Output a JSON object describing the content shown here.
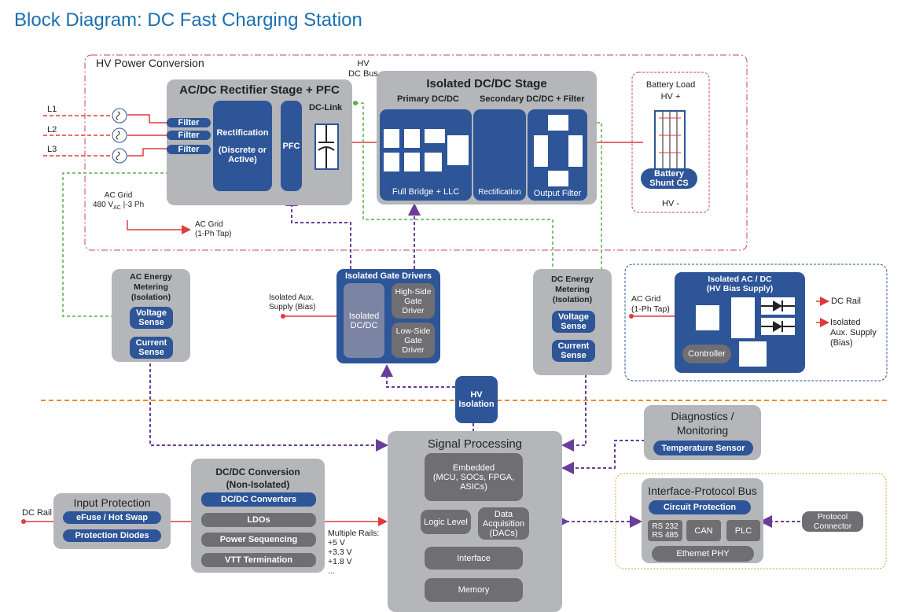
{
  "title": "Block Diagram: DC Fast Charging Station",
  "colors": {
    "title": "#1a6fb0",
    "blue_block": "#2d5598",
    "gray_block": "#b5b6b9",
    "dark_gray_block": "#6f6f72",
    "power_line": "#e03a3e",
    "control_line": "#6a3d9a",
    "sense_line": "#58b046",
    "isolation_barrier": "#f08a2c",
    "hv_boundary": "#c9474f",
    "bias_boundary": "#2d5598",
    "interface_boundary": "#d7a13a"
  },
  "hv_power_conversion": {
    "label": "HV Power Conversion",
    "hv_dc_bus": [
      "HV",
      "DC Bus"
    ],
    "phases": [
      "L1",
      "L2",
      "L3"
    ],
    "ac_grid": [
      "AC Grid",
      "480 V",
      "AC",
      " |-3 Ph"
    ],
    "ac_grid_tap": [
      "AC Grid",
      "(1-Ph Tap)"
    ],
    "rectifier": {
      "title": "AC/DC Rectifier Stage + PFC",
      "filters": [
        "Filter",
        "Filter",
        "Filter"
      ],
      "rectification": [
        "Rectification",
        "(Discrete or",
        "Active)"
      ],
      "pfc": "PFC",
      "dc_link": "DC-Link"
    },
    "isolated_dcdc": {
      "title": "Isolated DC/DC Stage",
      "primary": "Primary DC/DC",
      "secondary": "Secondary DC/DC + Filter",
      "full_bridge": "Full Bridge + LLC",
      "rectification": "Rectification",
      "output_filter": "Output Filter"
    },
    "battery": {
      "title": "Battery Load",
      "hv_plus": "HV +",
      "shunt": [
        "Battery",
        "Shunt CS"
      ],
      "hv_minus": "HV -"
    }
  },
  "ac_metering": {
    "title": [
      "AC Energy",
      "Metering",
      "(Isolation)"
    ],
    "voltage": [
      "Voltage",
      "Sense"
    ],
    "current": [
      "Current",
      "Sense"
    ]
  },
  "gate_drivers": {
    "title": "Isolated Gate Drivers",
    "aux_supply": [
      "Isolated Aux.",
      "Supply (Bias)"
    ],
    "iso_dcdc": [
      "Isolated",
      "DC/DC"
    ],
    "high_side": [
      "High-Side",
      "Gate",
      "Driver"
    ],
    "low_side": [
      "Low-Side",
      "Gate",
      "Driver"
    ]
  },
  "dc_metering": {
    "title": [
      "DC Energy",
      "Metering",
      "(Isolation)"
    ],
    "voltage": [
      "Voltage",
      "Sense"
    ],
    "current": [
      "Current",
      "Sense"
    ]
  },
  "bias_supply": {
    "title": [
      "Isolated AC / DC",
      "(HV Bias Supply)"
    ],
    "input": [
      "AC Grid",
      "(1-Ph Tap)"
    ],
    "controller": "Controller",
    "out_dc_rail": "DC Rail",
    "out_aux": [
      "Isolated",
      "Aux. Supply",
      "(Bias)"
    ]
  },
  "hv_isolation": [
    "HV",
    "Isolation"
  ],
  "diagnostics": {
    "title": [
      "Diagnostics /",
      "Monitoring"
    ],
    "temp": "Temperature Sensor"
  },
  "input_protection": {
    "dc_rail": "DC Rail",
    "title": "Input Protection",
    "items": [
      "eFuse / Hot Swap",
      "Protection Diodes"
    ]
  },
  "dcdc_conversion": {
    "title": [
      "DC/DC Conversion",
      "(Non-Isolated)"
    ],
    "items": [
      "DC/DC Converters",
      "LDOs",
      "Power Sequencing",
      "VTT Termination"
    ],
    "rails": [
      "Multiple Rails:",
      "+5 V",
      "+3.3 V",
      "+1.8 V",
      "..."
    ]
  },
  "signal_processing": {
    "title": "Signal Processing",
    "embedded": [
      "Embedded",
      "(MCU, SOCs, FPGA,",
      "ASICs)"
    ],
    "logic_level": "Logic Level",
    "daq": [
      "Data",
      "Acquisition",
      "(DACs)"
    ],
    "interface": "Interface",
    "memory": "Memory"
  },
  "interface_bus": {
    "title": "Interface-Protocol Bus",
    "circuit_protection": "Circuit Protection",
    "rs": [
      "RS 232",
      "RS 485"
    ],
    "can": "CAN",
    "plc": "PLC",
    "ethernet": "Ethernet PHY",
    "connector": [
      "Protocol",
      "Connector"
    ]
  }
}
